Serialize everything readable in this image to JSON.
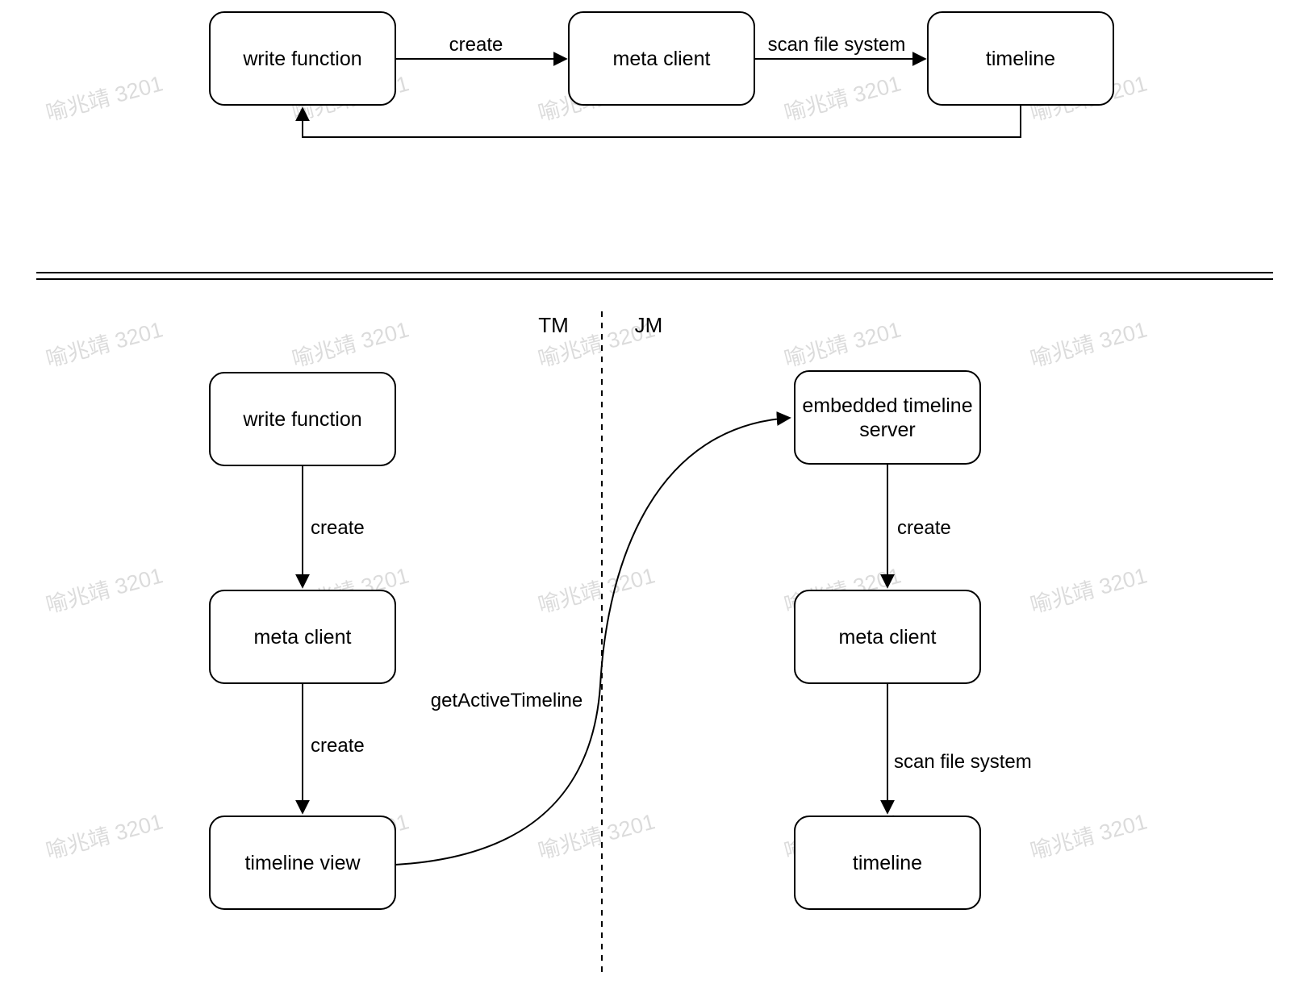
{
  "colors": {
    "stroke": "#000000",
    "node_fill": "#ffffff",
    "background": "#ffffff",
    "watermark": "rgba(0,0,0,0.14)"
  },
  "watermark": {
    "text": "喻兆靖 3201"
  },
  "top_flow": {
    "nodes": [
      {
        "label": "write function"
      },
      {
        "label": "meta client"
      },
      {
        "label": "timeline"
      }
    ],
    "edge_labels": {
      "create": "create",
      "scan": "scan file system"
    }
  },
  "bottom": {
    "lane_labels": {
      "tm": "TM",
      "jm": "JM"
    },
    "tm_nodes": [
      {
        "label": "write function"
      },
      {
        "label": "meta client"
      },
      {
        "label": "timeline view"
      }
    ],
    "tm_edge_labels": {
      "create_1": "create",
      "create_2": "create"
    },
    "jm_nodes": [
      {
        "label_line1": "embedded timeline",
        "label_line2": "server"
      },
      {
        "label": "meta client"
      },
      {
        "label": "timeline"
      }
    ],
    "jm_edge_labels": {
      "create": "create",
      "scan": "scan file system"
    },
    "cross_edge_label": "getActiveTimeline"
  }
}
